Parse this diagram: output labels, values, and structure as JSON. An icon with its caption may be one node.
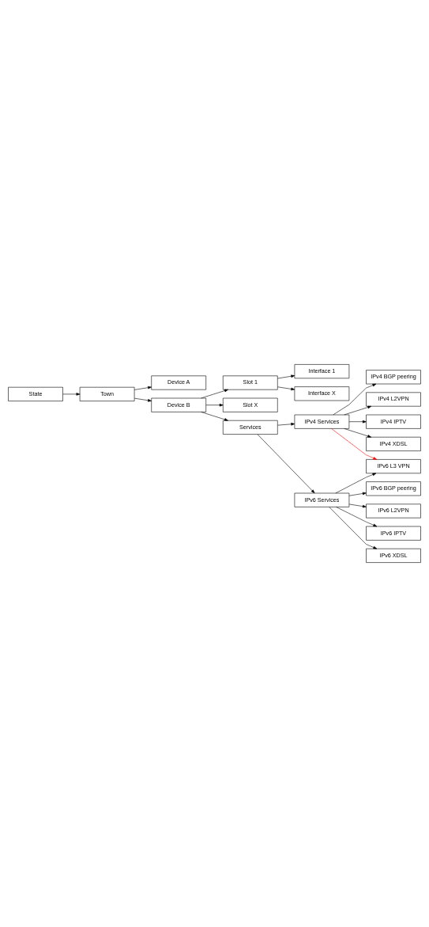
{
  "diagram": {
    "nodes": [
      {
        "text": [
          "State"
        ]
      },
      {
        "text": [
          "Town"
        ]
      },
      {
        "text": [
          "Device A"
        ]
      },
      {
        "text": [
          "Device B"
        ]
      },
      {
        "text": [
          "Slot 1"
        ]
      },
      {
        "text": [
          "Interface 1"
        ]
      },
      {
        "text": [
          "Interface X"
        ]
      },
      {
        "text": [
          "Slot X"
        ]
      },
      {
        "text": [
          "Services"
        ]
      },
      {
        "text": [
          "IPv4 Services"
        ]
      },
      {
        "text": [
          "IPv4 BGP peering"
        ]
      },
      {
        "text": [
          "IPv4 L2VPN"
        ]
      },
      {
        "text": [
          "IPv4 IPTV"
        ]
      },
      {
        "text": [
          "IPv4 XDSL"
        ]
      },
      {
        "text": [
          "IPv6 Services"
        ]
      },
      {
        "text": [
          "IPv6 BGP peering"
        ]
      },
      {
        "text": [
          "IPv6 L2VPN"
        ]
      },
      {
        "text": [
          "IPv6 L3 VPN"
        ]
      },
      {
        "text": [
          "IPv6 IPTV"
        ]
      },
      {
        "text": [
          "IPv6 XDSL"
        ]
      }
    ],
    "edges": [
      {
        "from": 0,
        "to": 1,
        "arrow": "to"
      },
      {
        "from": 1,
        "to": 2,
        "arrow": "to"
      },
      {
        "from": 1,
        "to": 3,
        "arrow": "to"
      },
      {
        "from": 3,
        "to": 4,
        "arrow": "to"
      },
      {
        "from": 4,
        "to": 5,
        "arrow": "to"
      },
      {
        "from": 4,
        "to": 6,
        "arrow": "to"
      },
      {
        "from": 3,
        "to": 7,
        "arrow": "to"
      },
      {
        "from": 3,
        "to": 8,
        "arrow": "to"
      },
      {
        "from": 8,
        "to": 9,
        "arrow": "to"
      },
      {
        "from": 9,
        "to": 10,
        "arrow": "to"
      },
      {
        "from": 9,
        "to": 11,
        "arrow": "to"
      },
      {
        "from": 9,
        "to": 12,
        "arrow": "to"
      },
      {
        "from": 9,
        "to": 13,
        "arrow": "to"
      },
      {
        "from": 8,
        "to": 14,
        "arrow": "to"
      },
      {
        "from": 14,
        "to": 15,
        "arrow": "to"
      },
      {
        "from": 14,
        "to": 16,
        "arrow": "to"
      },
      {
        "from": 14,
        "to": 17,
        "arrow": "to"
      },
      {
        "from": 14,
        "to": 18,
        "arrow": "to"
      },
      {
        "from": 14,
        "to": 19,
        "arrow": "to"
      },
      {
        "from": 9,
        "to": 17,
        "arrow": "to",
        "color": "#ff0000"
      }
    ]
  }
}
